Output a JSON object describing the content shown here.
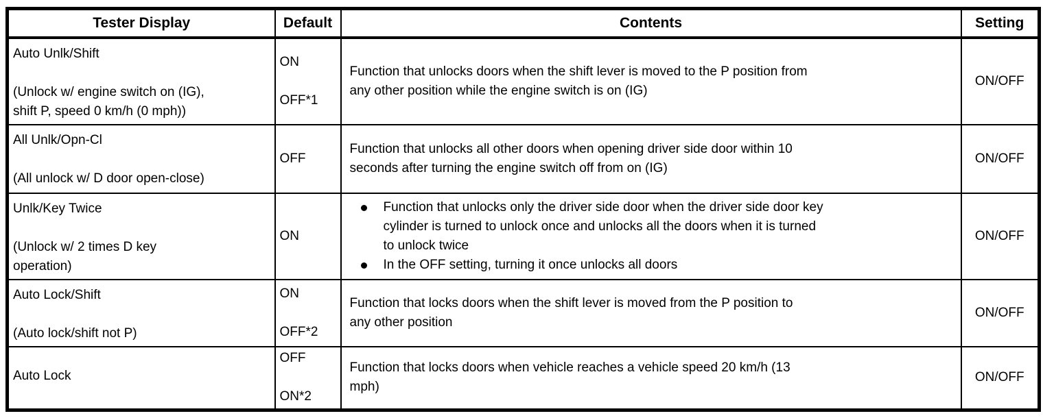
{
  "colors": {
    "text": "#000000",
    "background": "#ffffff",
    "border": "#000000"
  },
  "table": {
    "headers": [
      "Tester Display",
      "Default",
      "Contents",
      "Setting"
    ],
    "rows": [
      {
        "tester_display": [
          "Auto Unlk/Shift",
          "",
          "(Unlock w/ engine switch on (IG),",
          "shift P, speed 0 km/h (0 mph))"
        ],
        "default": [
          "ON",
          "",
          "OFF*1"
        ],
        "contents": [
          "Function that unlocks doors when the shift lever is moved to the P position from",
          "any other position while the engine switch is on (IG)"
        ],
        "setting": "ON/OFF"
      },
      {
        "tester_display": [
          "All Unlk/Opn-Cl",
          "",
          "(All unlock w/ D door open-close)"
        ],
        "default": [
          "OFF"
        ],
        "contents": [
          "Function that unlocks all other doors when opening driver side door within 10",
          "seconds after turning the engine switch off from on (IG)"
        ],
        "setting": "ON/OFF"
      },
      {
        "tester_display": [
          "Unlk/Key Twice",
          "",
          "(Unlock w/ 2 times D key",
          "operation)"
        ],
        "default": [
          "ON"
        ],
        "contents_bullets": [
          {
            "lines": [
              "Function that unlocks only the driver side door when the driver side door key",
              "cylinder is turned to unlock once and unlocks all the doors when it is turned",
              "to unlock twice"
            ]
          },
          {
            "lines": [
              "In the OFF setting, turning it once unlocks all doors"
            ]
          }
        ],
        "setting": "ON/OFF"
      },
      {
        "tester_display": [
          "Auto Lock/Shift",
          "",
          "(Auto lock/shift not P)"
        ],
        "default": [
          "ON",
          "",
          "OFF*2"
        ],
        "contents": [
          "Function that locks doors when the shift lever is moved from the P position to",
          "any other position"
        ],
        "setting": "ON/OFF"
      },
      {
        "tester_display": [
          "Auto Lock"
        ],
        "default": [
          "OFF",
          "",
          "ON*2"
        ],
        "contents": [
          "Function that locks doors when vehicle reaches a vehicle speed 20 km/h (13",
          "mph)"
        ],
        "setting": "ON/OFF"
      }
    ]
  }
}
